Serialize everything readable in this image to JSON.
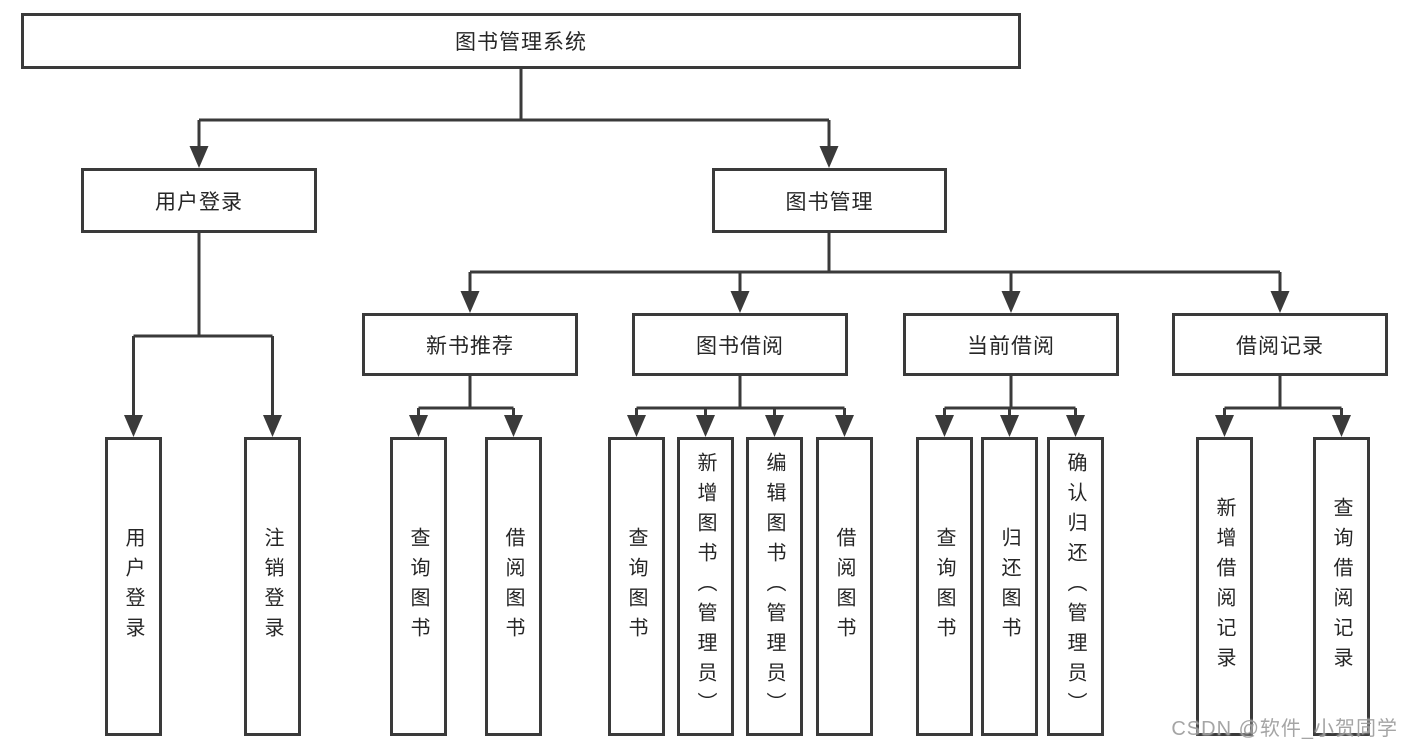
{
  "nodes": {
    "root": "图书管理系统",
    "user_login": "用户登录",
    "book_management": "图书管理",
    "new_book_recommend": "新书推荐",
    "book_borrow": "图书借阅",
    "current_borrow": "当前借阅",
    "borrow_records": "借阅记录",
    "leaf_user_login": "用户登录",
    "leaf_logout_login": "注销登录",
    "leaf_rec_query_book": "查询图书",
    "leaf_rec_borrow_book": "借阅图书",
    "leaf_bb_query_book": "查询图书",
    "leaf_bb_add_book": "新增图书（管理员）",
    "leaf_bb_edit_book": "编辑图书（管理员）",
    "leaf_bb_borrow_book": "借阅图书",
    "leaf_cb_query_book": "查询图书",
    "leaf_cb_return_book": "归还图书",
    "leaf_cb_confirm_return": "确认归还（管理员）",
    "leaf_br_add_record": "新增借阅记录",
    "leaf_br_query_record": "查询借阅记录"
  },
  "watermark": "CSDN @软件_小贺同学",
  "colors": {
    "line": "#3a3a3a",
    "text": "#262626",
    "watermark": "#9e9e9e",
    "background": "#ffffff"
  }
}
